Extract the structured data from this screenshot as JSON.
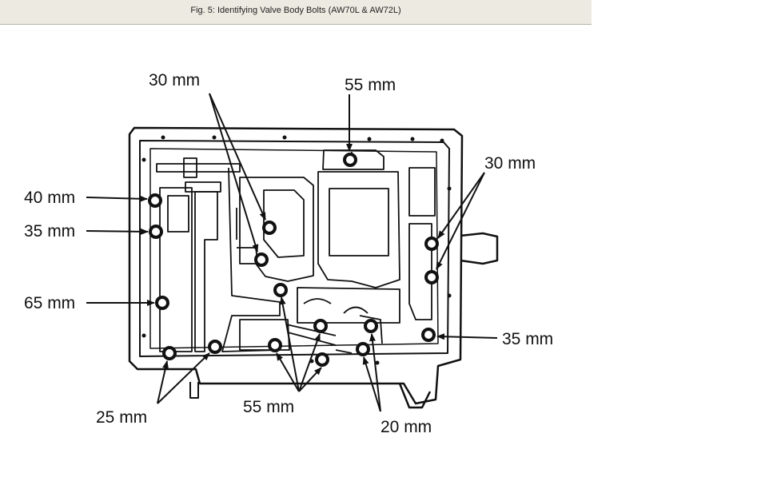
{
  "window": {
    "title": "Fig. 5: Identifying Valve Body Bolts (AW70L & AW72L)"
  },
  "labels": {
    "top_left": "30 mm",
    "top_center": "55 mm",
    "top_right": "30 mm",
    "left_1": "40 mm",
    "left_2": "35 mm",
    "left_3": "65 mm",
    "right_bottom": "35 mm",
    "bottom_left": "25 mm",
    "bottom_center": "55 mm",
    "bottom_right": "20 mm"
  }
}
